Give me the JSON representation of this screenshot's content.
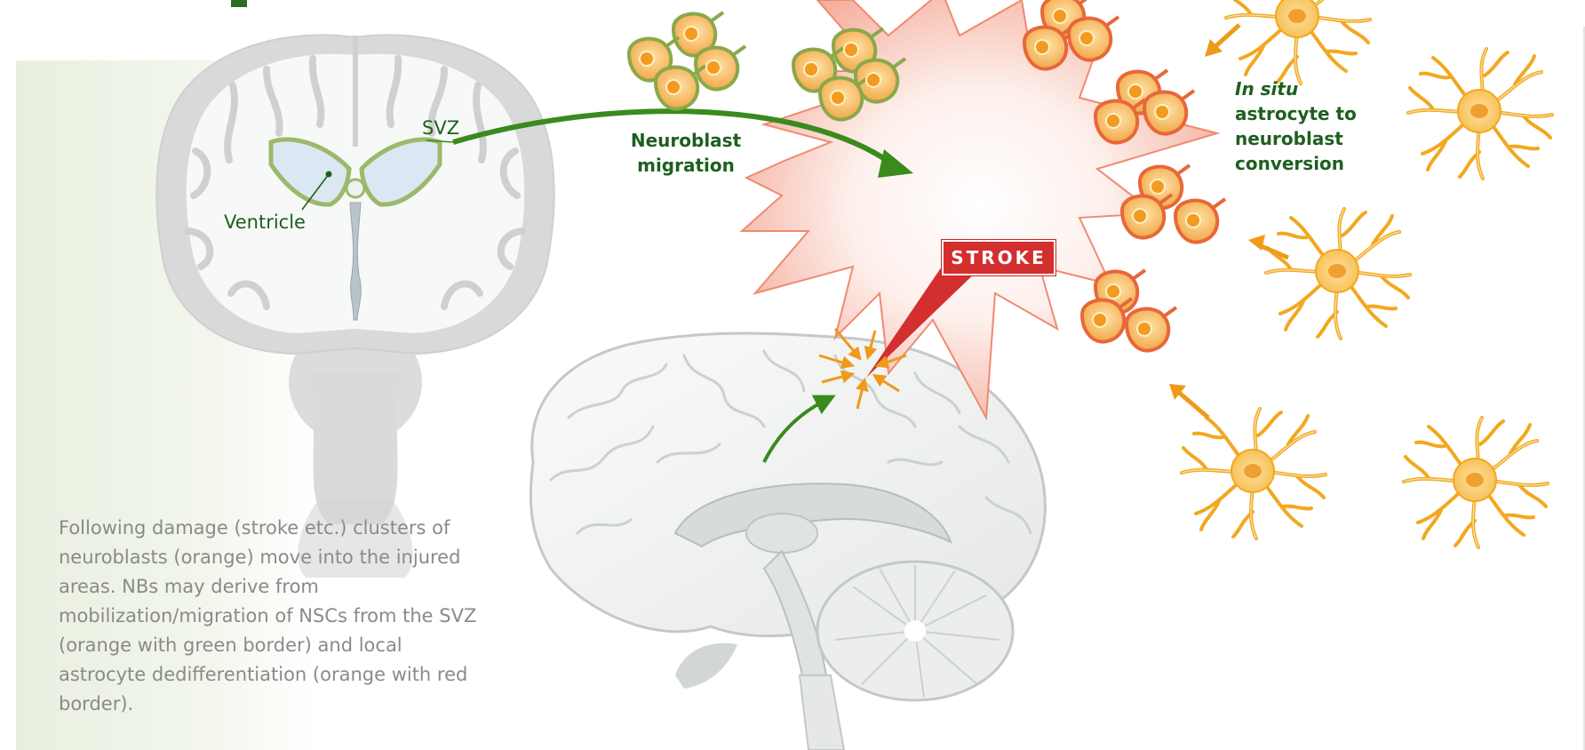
{
  "labels": {
    "svz": "SVZ",
    "ventricle": "Ventricle",
    "migration_line1": "Neuroblast",
    "migration_line2": "migration",
    "stroke": "STROKE",
    "conversion_italic": "In situ",
    "conversion_line2": "astrocyte to",
    "conversion_line3": "neuroblast",
    "conversion_line4": "conversion"
  },
  "caption": "Following damage (stroke etc.) clusters of neuroblasts (orange) move into the injured areas. NBs may derive from mobilization/migration of NSCs from the SVZ (orange with green border) and local astrocyte dedifferentiation (orange with red border).",
  "colors": {
    "label_green": "#1e5f1e",
    "arrow_green": "#3a8a1e",
    "stroke_red": "#d32f2f",
    "neuroblast_fill": "#f5b04a",
    "nsc_border": "#8aa84a",
    "astro_border": "#e8673a",
    "astrocyte": "#f2a81f",
    "caption_gray": "#8a8a8a"
  },
  "icons": {
    "coronal_section": "coronal-brain-section",
    "sagittal_brain": "sagittal-brain",
    "injury_burst": "stroke-burst",
    "neuroblast_cluster": "neuroblast-cluster",
    "astrocyte": "astrocyte-cell"
  }
}
